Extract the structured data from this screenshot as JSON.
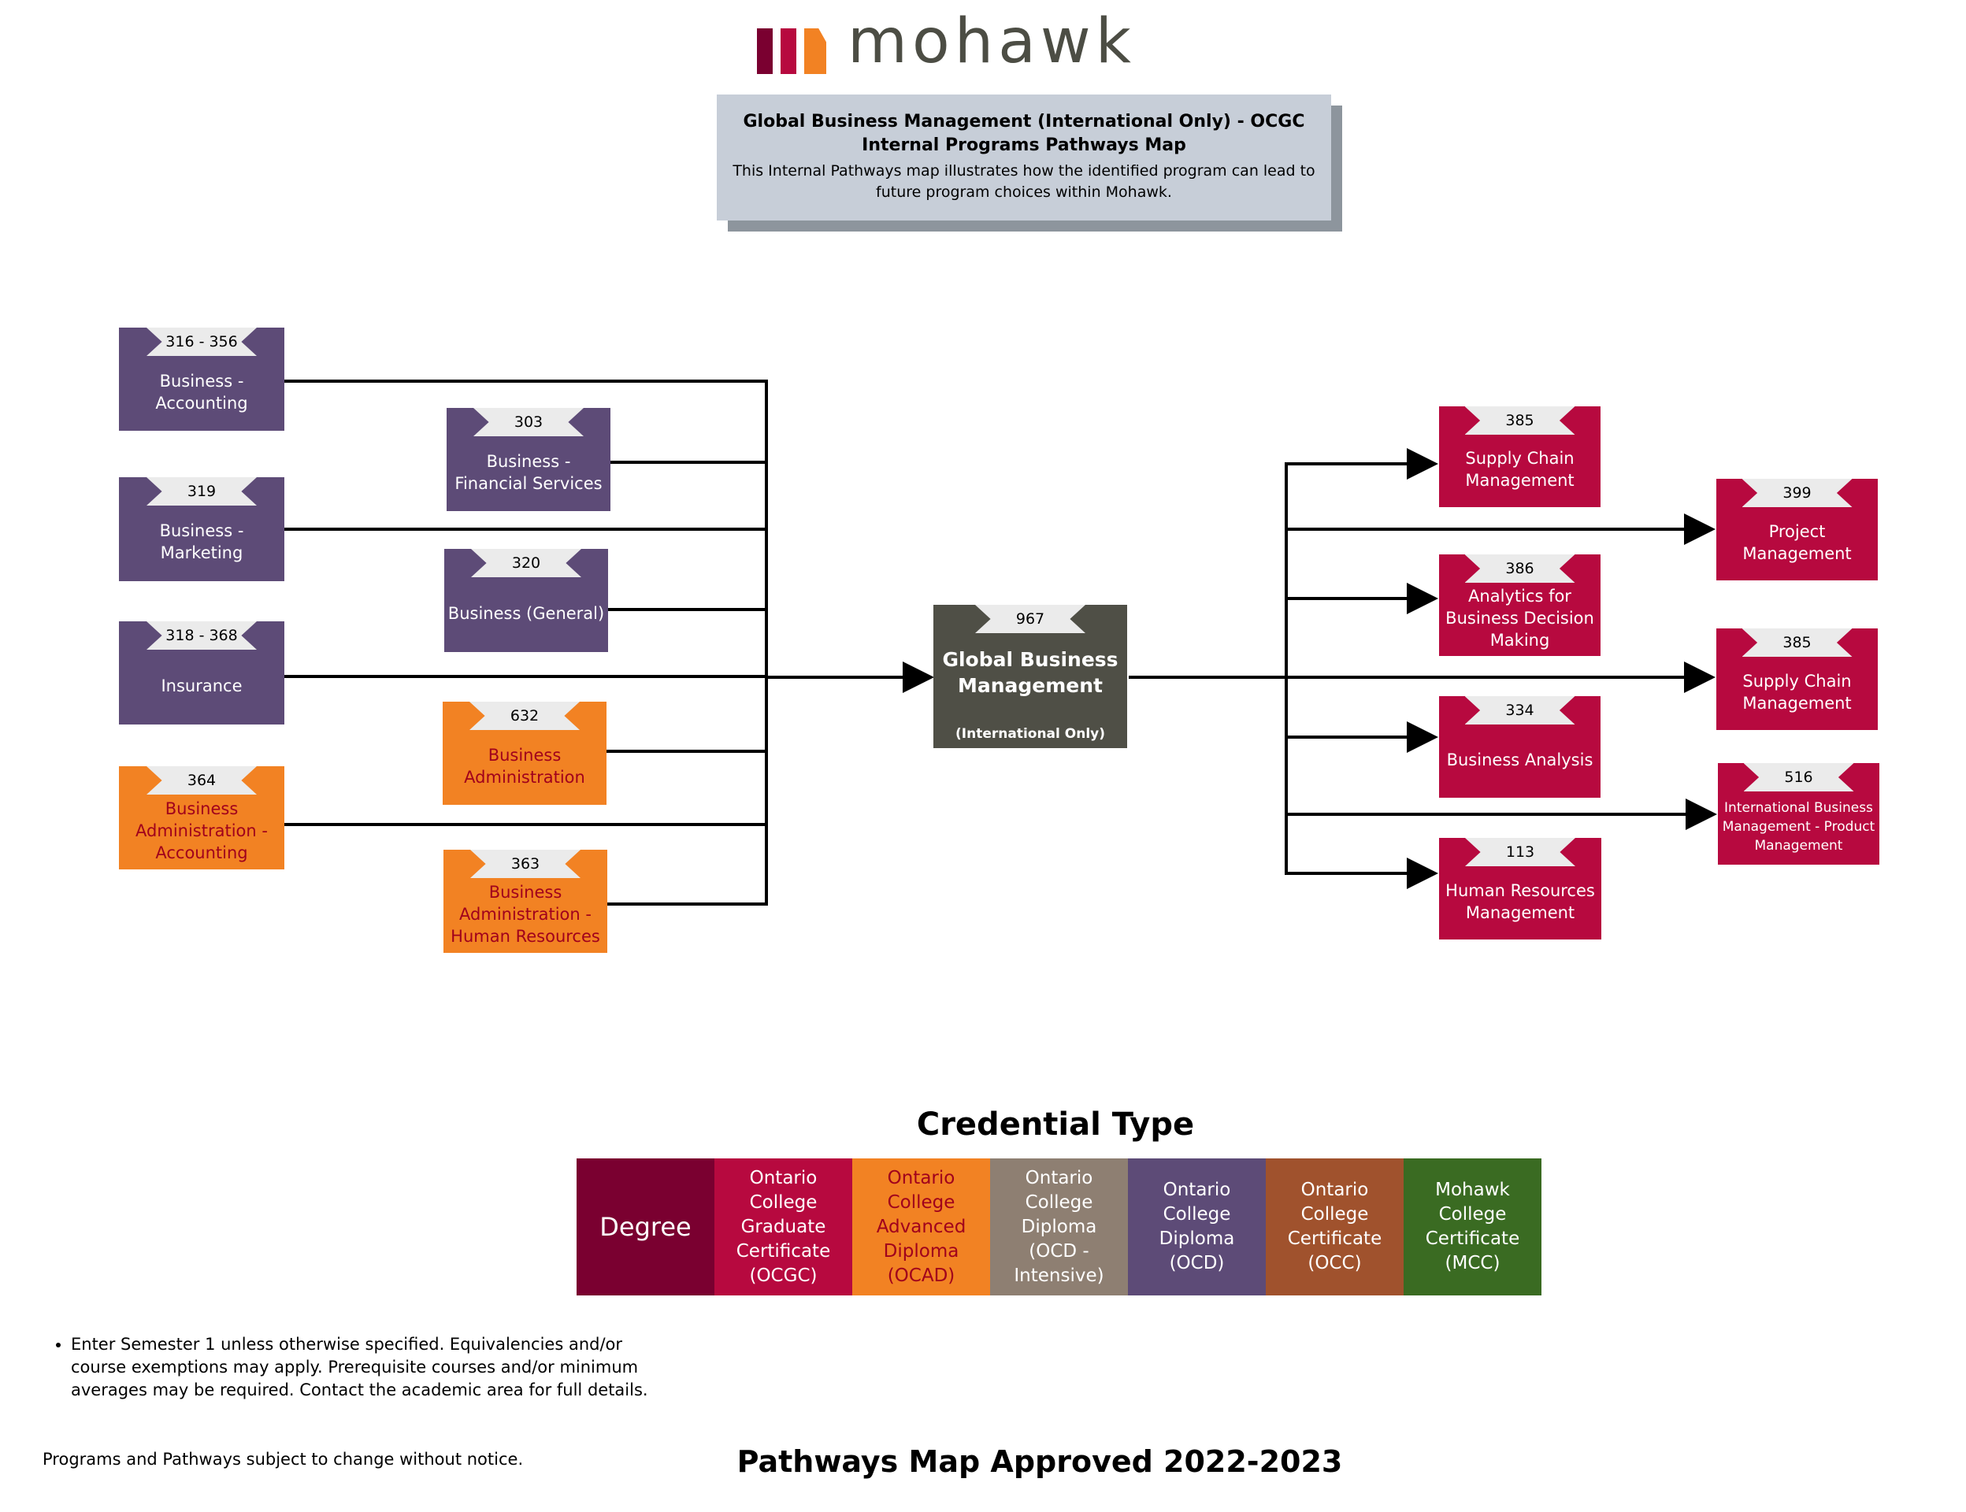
{
  "logo": {
    "text": "mohawk",
    "bar_colors": [
      "#7a0030",
      "#b7093f",
      "#f28223"
    ]
  },
  "title_box": {
    "line1": "Global Business Management (International Only) - OCGC",
    "line2": "Internal Programs Pathways Map",
    "description": "This Internal Pathways map illustrates how the identified program can lead to future program choices within Mohawk."
  },
  "central": {
    "code": "967",
    "name": "Global Business\nManagement",
    "sub": "(International Only)"
  },
  "sources": [
    {
      "code": "316 - 356",
      "name": "Business -\nAccounting",
      "color": "purple"
    },
    {
      "code": "303",
      "name": "Business -\nFinancial Services",
      "color": "purple"
    },
    {
      "code": "319",
      "name": "Business -\nMarketing",
      "color": "purple"
    },
    {
      "code": "320",
      "name": "Business (General)",
      "color": "purple"
    },
    {
      "code": "318 - 368",
      "name": "Insurance",
      "color": "purple"
    },
    {
      "code": "632",
      "name": "Business\nAdministration",
      "color": "orange"
    },
    {
      "code": "364",
      "name": "Business\nAdministration -\nAccounting",
      "color": "orange"
    },
    {
      "code": "363",
      "name": "Business\nAdministration -\nHuman Resources",
      "color": "orange"
    }
  ],
  "destinations": [
    {
      "code": "385",
      "name": "Supply Chain\nManagement",
      "color": "crimson"
    },
    {
      "code": "399",
      "name": "Project\nManagement",
      "color": "crimson"
    },
    {
      "code": "386",
      "name": "Analytics for\nBusiness Decision\nMaking",
      "color": "crimson"
    },
    {
      "code": "385",
      "name": "Supply Chain\nManagement",
      "color": "crimson"
    },
    {
      "code": "334",
      "name": "Business Analysis",
      "color": "crimson"
    },
    {
      "code": "516",
      "name": "International Business\nManagement - Product\nManagement",
      "color": "crimson"
    },
    {
      "code": "113",
      "name": "Human Resources\nManagement",
      "color": "crimson"
    }
  ],
  "legend": {
    "title": "Credential Type",
    "items": [
      {
        "label": "Degree",
        "color": "#7a0030",
        "text_color": "#ffffff"
      },
      {
        "label": "Ontario\nCollege\nGraduate\nCertificate\n(OCGC)",
        "color": "#b7093f",
        "text_color": "#ffffff"
      },
      {
        "label": "Ontario\nCollege\nAdvanced\nDiploma\n(OCAD)",
        "color": "#f28223",
        "text_color": "#a0001c"
      },
      {
        "label": "Ontario\nCollege\nDiploma\n(OCD -\nIntensive)",
        "color": "#8e7f72",
        "text_color": "#ffffff"
      },
      {
        "label": "Ontario\nCollege\nDiploma\n(OCD)",
        "color": "#5d4b77",
        "text_color": "#ffffff"
      },
      {
        "label": "Ontario\nCollege\nCertificate\n(OCC)",
        "color": "#a0522d",
        "text_color": "#ffffff"
      },
      {
        "label": "Mohawk\nCollege\nCertificate\n(MCC)",
        "color": "#3a6b22",
        "text_color": "#ffffff"
      }
    ]
  },
  "footer": {
    "note": "Enter Semester 1 unless otherwise specified. Equivalencies and/or course exemptions may apply. Prerequisite courses and/or minimum averages may be required. Contact the academic area for full details.",
    "disclaimer": "Programs and Pathways subject to change without notice.",
    "approved": "Pathways Map Approved 2022-2023"
  }
}
